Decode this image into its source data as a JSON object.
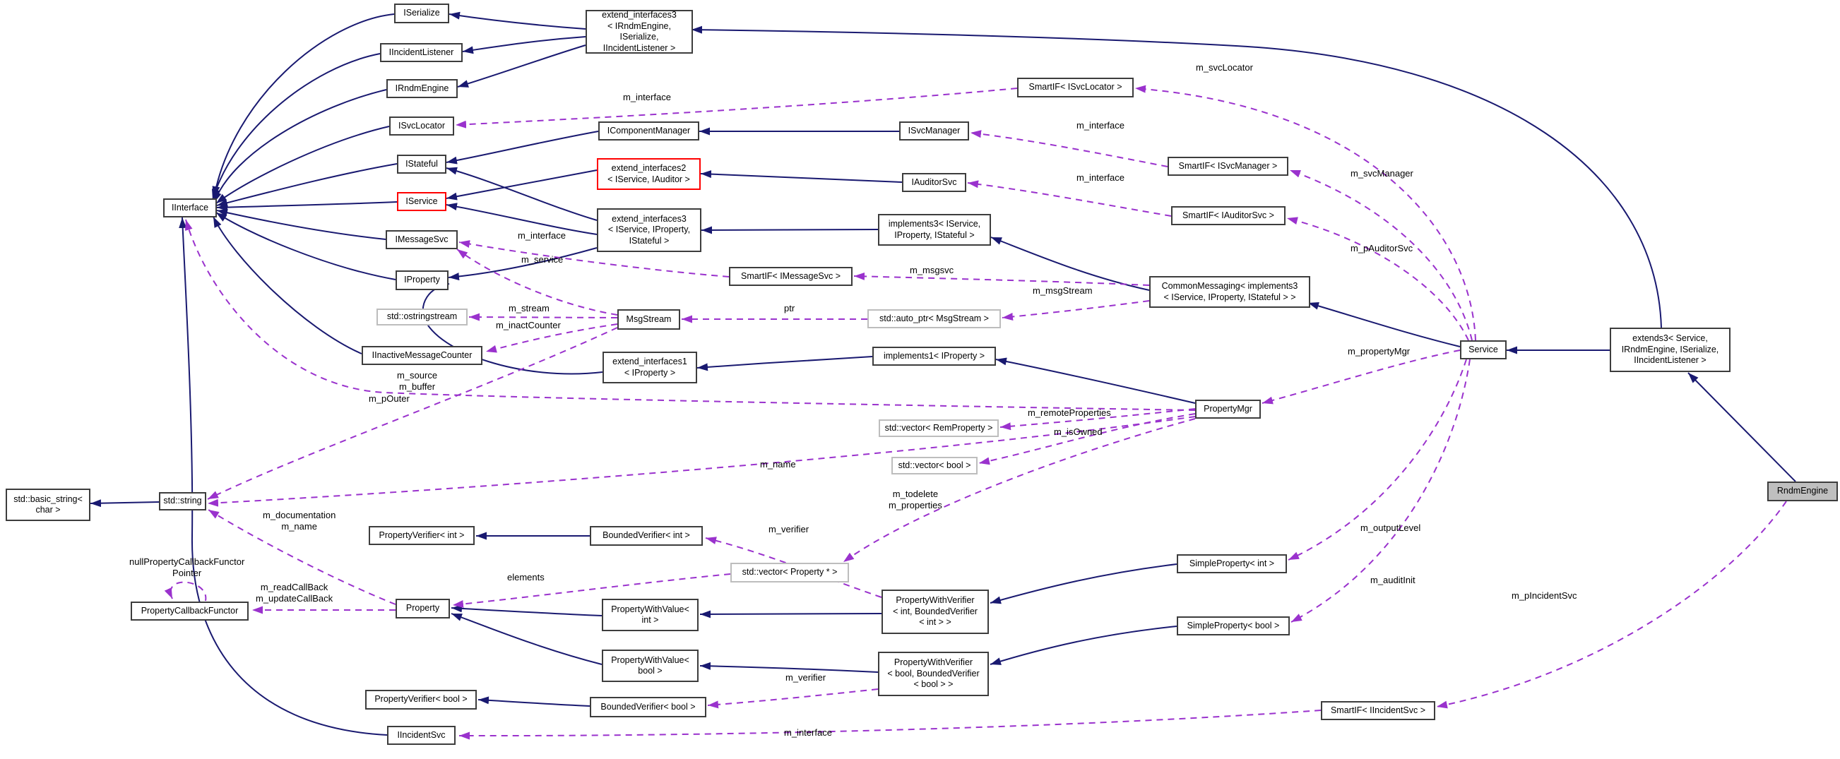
{
  "diagram": {
    "type": "class-collaboration-graph",
    "focus_class": "RndmEngine",
    "colors": {
      "background": "#ffffff",
      "inheritance_edge": "#191970",
      "usage_edge": "#9a32cd",
      "node_border": "#3d3d3d",
      "node_border_highlight": "#ff0000",
      "node_border_external": "#bdbdbd",
      "node_fill": "#ffffff",
      "focus_node_fill": "#bfbfbf",
      "text": "#000000"
    }
  },
  "nodes": {
    "iinterface": {
      "label": "IInterface"
    },
    "iserialize": {
      "label": "ISerialize"
    },
    "iincidentlistener": {
      "label": "IIncidentListener"
    },
    "irndmengine": {
      "label": "IRndmEngine"
    },
    "isvclocator": {
      "label": "ISvcLocator"
    },
    "istateful": {
      "label": "IStateful"
    },
    "iservice": {
      "label": "IService"
    },
    "imessagesvc": {
      "label": "IMessageSvc"
    },
    "iproperty": {
      "label": "IProperty"
    },
    "ostringstream": {
      "label": "std::ostringstream"
    },
    "iinactivemessagecounter": {
      "label": "IInactiveMessageCounter"
    },
    "extend_interfaces3_top": {
      "label": "extend_interfaces3\n< IRndmEngine, ISerialize,\nIIncidentListener >"
    },
    "icomponentmanager": {
      "label": "IComponentManager"
    },
    "extend_interfaces2": {
      "label": "extend_interfaces2\n< IService, IAuditor >"
    },
    "extend_interfaces3_mid": {
      "label": "extend_interfaces3\n< IService, IProperty,\nIStateful >"
    },
    "msgstream": {
      "label": "MsgStream"
    },
    "extend_interfaces1": {
      "label": "extend_interfaces1\n< IProperty >"
    },
    "smartif_imessagesvc": {
      "label": "SmartIF< IMessageSvc >"
    },
    "auto_ptr_msgstream": {
      "label": "std::auto_ptr< MsgStream >"
    },
    "implements1": {
      "label": "implements1< IProperty >"
    },
    "isvcmanager": {
      "label": "ISvcManager"
    },
    "iauditorsvc": {
      "label": "IAuditorSvc"
    },
    "implements3": {
      "label": "implements3< IService,\nIProperty, IStateful >"
    },
    "smartif_isvclocator": {
      "label": "SmartIF< ISvcLocator >"
    },
    "smartif_isvcmanager": {
      "label": "SmartIF< ISvcManager >"
    },
    "smartif_iauditorsvc": {
      "label": "SmartIF< IAuditorSvc >"
    },
    "commonmessaging": {
      "label": "CommonMessaging< implements3\n< IService, IProperty, IStateful > >"
    },
    "service": {
      "label": "Service"
    },
    "extends3": {
      "label": "extends3< Service,\nIRndmEngine, ISerialize,\nIIncidentListener >"
    },
    "rndmengine": {
      "label": "RndmEngine"
    },
    "propertymgr": {
      "label": "PropertyMgr"
    },
    "vector_remproperty": {
      "label": "std::vector< RemProperty >"
    },
    "vector_bool": {
      "label": "std::vector< bool >"
    },
    "basic_string": {
      "label": "std::basic_string<\nchar >"
    },
    "stdstring": {
      "label": "std::string"
    },
    "propertyverifier_int": {
      "label": "PropertyVerifier< int >"
    },
    "boundedverifier_int": {
      "label": "BoundedVerifier< int >"
    },
    "vector_property_ptr": {
      "label": "std::vector< Property * >"
    },
    "pwv_int": {
      "label": "PropertyWithVerifier\n< int, BoundedVerifier\n< int > >"
    },
    "simpleproperty_int": {
      "label": "SimpleProperty< int >"
    },
    "pwvalue_int": {
      "label": "PropertyWithValue<\nint >"
    },
    "pwvalue_bool": {
      "label": "PropertyWithValue<\nbool >"
    },
    "pwv_bool": {
      "label": "PropertyWithVerifier\n< bool, BoundedVerifier\n< bool > >"
    },
    "simpleproperty_bool": {
      "label": "SimpleProperty< bool >"
    },
    "boundedverifier_bool": {
      "label": "BoundedVerifier< bool >"
    },
    "propertyverifier_bool": {
      "label": "PropertyVerifier< bool >"
    },
    "property": {
      "label": "Property"
    },
    "propertycallbackfunctor": {
      "label": "PropertyCallbackFunctor"
    },
    "iincidentsvc": {
      "label": "IIncidentSvc"
    },
    "smartif_iincidentsvc": {
      "label": "SmartIF< IIncidentSvc >"
    }
  },
  "edge_labels": {
    "m_svcLocator": "m_svcLocator",
    "m_interface": "m_interface",
    "m_svcManager": "m_svcManager",
    "m_pAuditorSvc": "m_pAuditorSvc",
    "m_msgsvc": "m_msgsvc",
    "m_msgStream": "m_msgStream",
    "m_service": "m_service",
    "m_stream": "m_stream",
    "m_inactCounter": "m_inactCounter",
    "ptr": "ptr",
    "m_source_buffer": "m_source\nm_buffer",
    "m_pOuter": "m_pOuter",
    "m_propertyMgr": "m_propertyMgr",
    "m_remoteProperties": "m_remoteProperties",
    "m_isOwned": "m_isOwned",
    "m_name": "m_name",
    "m_todelete_properties": "m_todelete\nm_properties",
    "m_outputLevel": "m_outputLevel",
    "m_auditInit": "m_auditInit",
    "m_documentation_name": "m_documentation\nm_name",
    "null_pointer": "nullPropertyCallbackFunctor\nPointer",
    "m_read_update": "m_readCallBack\nm_updateCallBack",
    "elements": "elements",
    "m_verifier": "m_verifier",
    "m_pIncidentSvc": "m_pIncidentSvc"
  }
}
